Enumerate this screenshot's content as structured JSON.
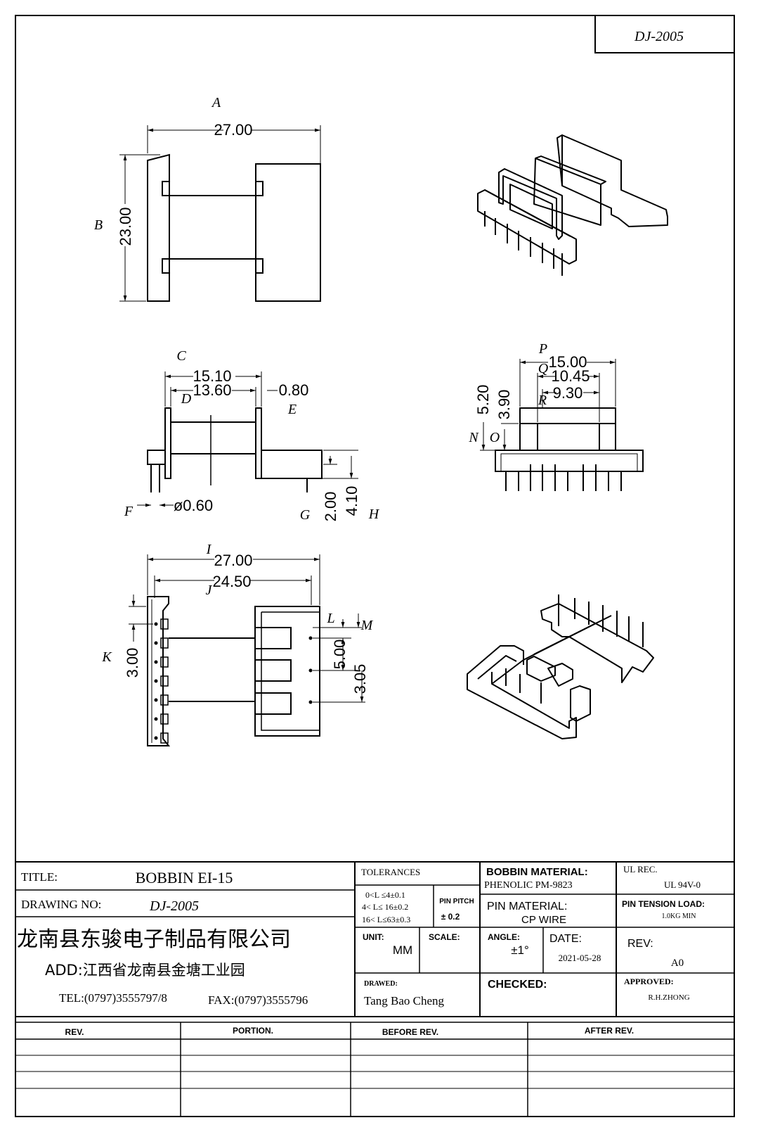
{
  "doc_number": "DJ-2005",
  "views": {
    "top": {
      "label_a": "A",
      "dim_a": "27.00",
      "label_b": "B",
      "dim_b": "23.00"
    },
    "side": {
      "label_c": "C",
      "dim_c": "15.10",
      "label_d": "D",
      "dim_d": "13.60",
      "dim_e": "0.80",
      "label_e": "E",
      "label_f": "F",
      "dim_f": "ø0.60",
      "label_g": "G",
      "dim_g": "2.00",
      "dim_h": "4.10",
      "label_h": "H"
    },
    "end": {
      "label_p": "P",
      "dim_p": "15.00",
      "label_q": "Q",
      "dim_q": "10.45",
      "label_r": "R",
      "dim_r": "9.30",
      "dim_n": "5.20",
      "dim_o": "3.90",
      "label_n": "N",
      "label_o": "O"
    },
    "bottom": {
      "label_i": "I",
      "dim_i": "27.00",
      "label_j": "J",
      "dim_j": "24.50",
      "label_k": "K",
      "dim_k": "3.00",
      "label_l": "L",
      "label_m": "M",
      "dim_l": "5.00",
      "dim_m": "3.05"
    }
  },
  "title_block": {
    "title_label": "TITLE:",
    "title_value": "BOBBIN EI-15",
    "drawing_no_label": "DRAWING NO:",
    "drawing_no_value": "DJ-2005",
    "company": "龙南县东骏电子制品有限公司",
    "address": "ADD:江西省龙南县金塘工业园",
    "tel": "TEL:(0797)3555797/8",
    "fax": "FAX:(0797)3555796",
    "tolerances_label": "TOLERANCES",
    "tol_line1": "0<L ≤4±0.1",
    "tol_line2": "4< L≤  16±0.2",
    "tol_line3": "16< L≤63±0.3",
    "pin_pitch_label": "PIN PITCH",
    "pin_pitch_value": "± 0.2",
    "unit_label": "UNIT:",
    "unit_value": "MM",
    "scale_label": "SCALE:",
    "drawed_label": "DRAWED:",
    "drawed_value": "Tang Bao Cheng",
    "bobbin_material_label": "BOBBIN MATERIAL:",
    "bobbin_material_value": "PHENOLIC  PM-9823",
    "pin_material_label": "PIN MATERIAL:",
    "pin_material_value": "CP WIRE",
    "angle_label": "ANGLE:",
    "angle_value": "±1°",
    "date_label": "DATE:",
    "date_value": "2021-05-28",
    "checked_label": "CHECKED:",
    "ul_rec_label": "UL REC.",
    "ul_rec_value": "UL  94V-0",
    "pin_tension_label": "PIN TENSION LOAD:",
    "pin_tension_value": "1.0KG MIN",
    "rev_label": "REV:",
    "rev_value": "A0",
    "approved_label": "APPROVED:",
    "approved_value": "R.H.ZHONG"
  },
  "revision_table": {
    "headers": [
      "REV.",
      "PORTION.",
      "BEFORE REV.",
      "AFTER REV."
    ]
  }
}
